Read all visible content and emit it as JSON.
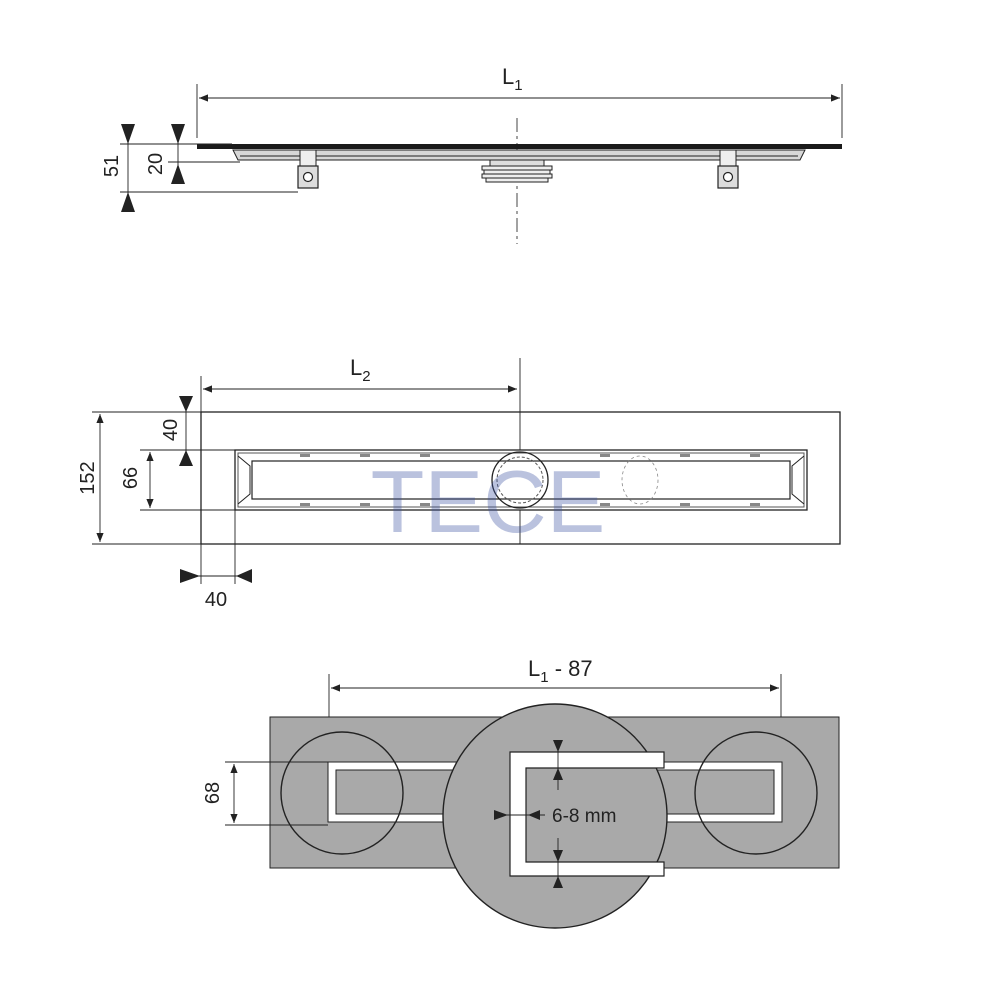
{
  "side_view": {
    "length_label": "L",
    "length_sub": "1",
    "dim_total_height": "51",
    "dim_channel_height": "20"
  },
  "top_view": {
    "length_label": "L",
    "length_sub": "2",
    "dim_total_width": "152",
    "dim_slot_width": "66",
    "dim_top_margin": "40",
    "dim_side_margin": "40",
    "watermark": "TECE",
    "watermark_color": "#3a4fa0"
  },
  "recess_view": {
    "length_label_main": "L",
    "length_sub": "1",
    "length_suffix": " - 87",
    "dim_recess_width": "68",
    "dim_gap": "6-8 mm",
    "fill_color": "#a9a9a9"
  }
}
